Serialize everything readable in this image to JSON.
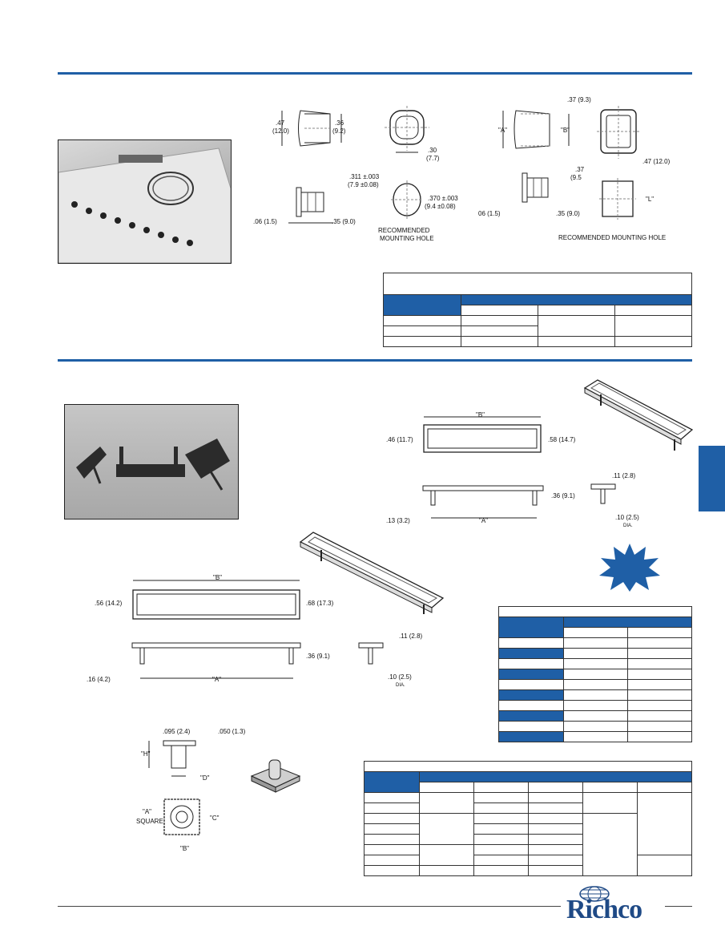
{
  "colors": {
    "accent": "#1f5fa6",
    "logo": "#1f4a86"
  },
  "section1": {
    "dims_left": {
      "d1": ".47",
      "d1m": "(12.0)",
      "d2": ".36",
      "d2m": "(9.2)",
      "d3": ".30",
      "d3m": "(7.7)",
      "d4": ".06  (1.5)",
      "d5": ".35  (9.0)",
      "d6": ".311  ±.003",
      "d6m": "(7.9  ±0.08)",
      "d7": ".370  ±.003",
      "d7m": "(9.4  ±0.08)",
      "hole1": "RECOMMENDED",
      "hole2": "MOUNTING  HOLE"
    },
    "dims_right": {
      "w1": ".37  (9.3)",
      "a": "\"A\"",
      "b": "\"B\"",
      "w2": ".47  (12.0)",
      "s1": ".37",
      "s1m": "(9.5",
      "l": "\"L\"",
      "d4": "06  (1.5)",
      "d5": ".35  (9.0)",
      "hole": "RECOMMENDED  MOUNTING  HOLE"
    }
  },
  "section2": {
    "top": {
      "b": "\"B\"",
      "h1": ".46  (11.7)",
      "h2": ".58  (14.7)",
      "h3": ".36  (9.1)",
      "off": ".13  (3.2)",
      "a": "\"A\"",
      "t": ".11  (2.8)",
      "p": ".10  (2.5)",
      "dia": "DIA."
    },
    "bottom": {
      "b": "\"B\"",
      "h1": ".56  (14.2)",
      "h2": ".68  (17.3)",
      "h3": ".36  (9.1)",
      "off": ".16  (4.2)",
      "a": "\"A\"",
      "t": ".11  (2.8)",
      "p": ".10  (2.5)",
      "dia": "DIA."
    },
    "foot": {
      "t1": ".095  (2.4)",
      "t2": ".050  (1.3)",
      "h": "\"H\"",
      "d": "\"D\"",
      "a": "\"A\"",
      "sq": "SQUARE",
      "c": "\"C\"",
      "b": "\"B\""
    }
  },
  "logo": {
    "text": "Richco"
  }
}
